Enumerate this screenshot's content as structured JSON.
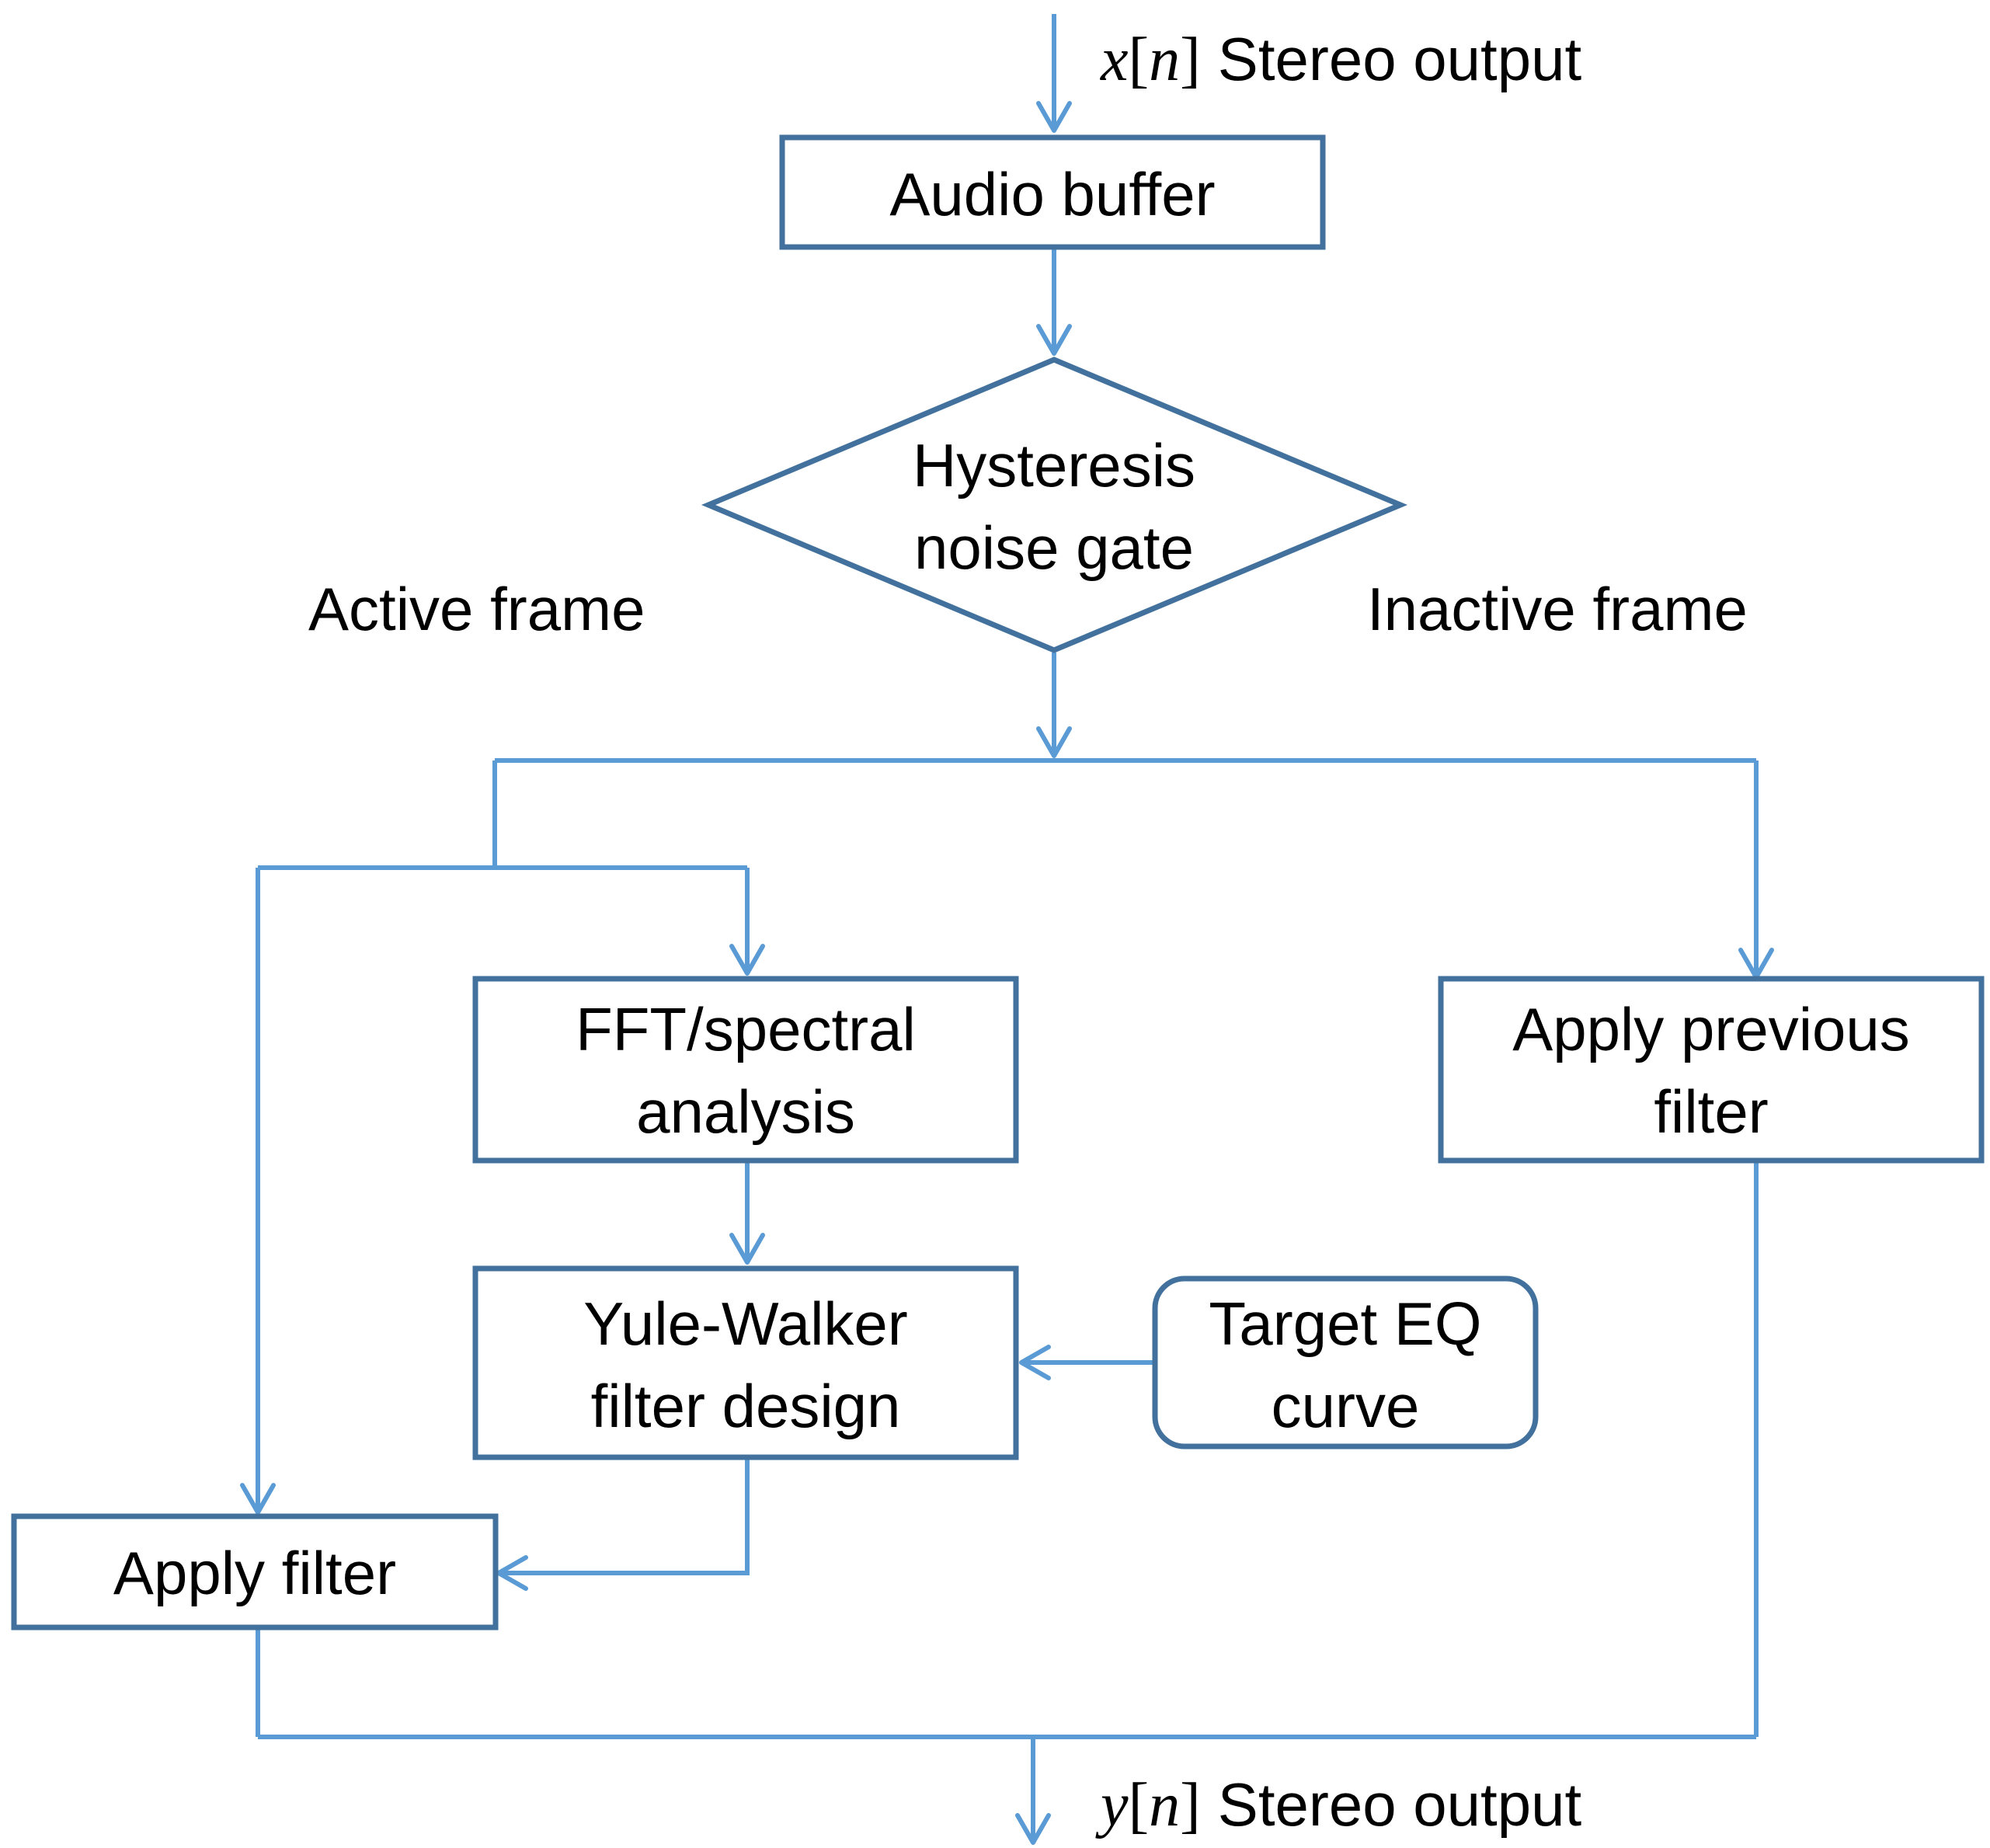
{
  "input_signal": {
    "var": "x",
    "open": "[",
    "index": "n",
    "close": "]",
    "label": "Stereo output"
  },
  "output_signal": {
    "var": "y",
    "open": "[",
    "index": "n",
    "close": "]",
    "label": "Stereo output"
  },
  "nodes": {
    "audio_buffer": [
      "Audio buffer"
    ],
    "noise_gate": [
      "Hysteresis",
      "noise gate"
    ],
    "fft": [
      "FFT/spectral",
      "analysis"
    ],
    "apply_previous": [
      "Apply previous",
      "filter"
    ],
    "yule_walker": [
      "Yule-Walker",
      "filter design"
    ],
    "target_eq": [
      "Target EQ",
      "curve"
    ],
    "apply_filter": [
      "Apply filter"
    ]
  },
  "branch_labels": {
    "active": "Active frame",
    "inactive": "Inactive frame"
  },
  "colors": {
    "box_stroke": "#41719c",
    "connector": "#5b9bd5",
    "text": "#000000"
  }
}
